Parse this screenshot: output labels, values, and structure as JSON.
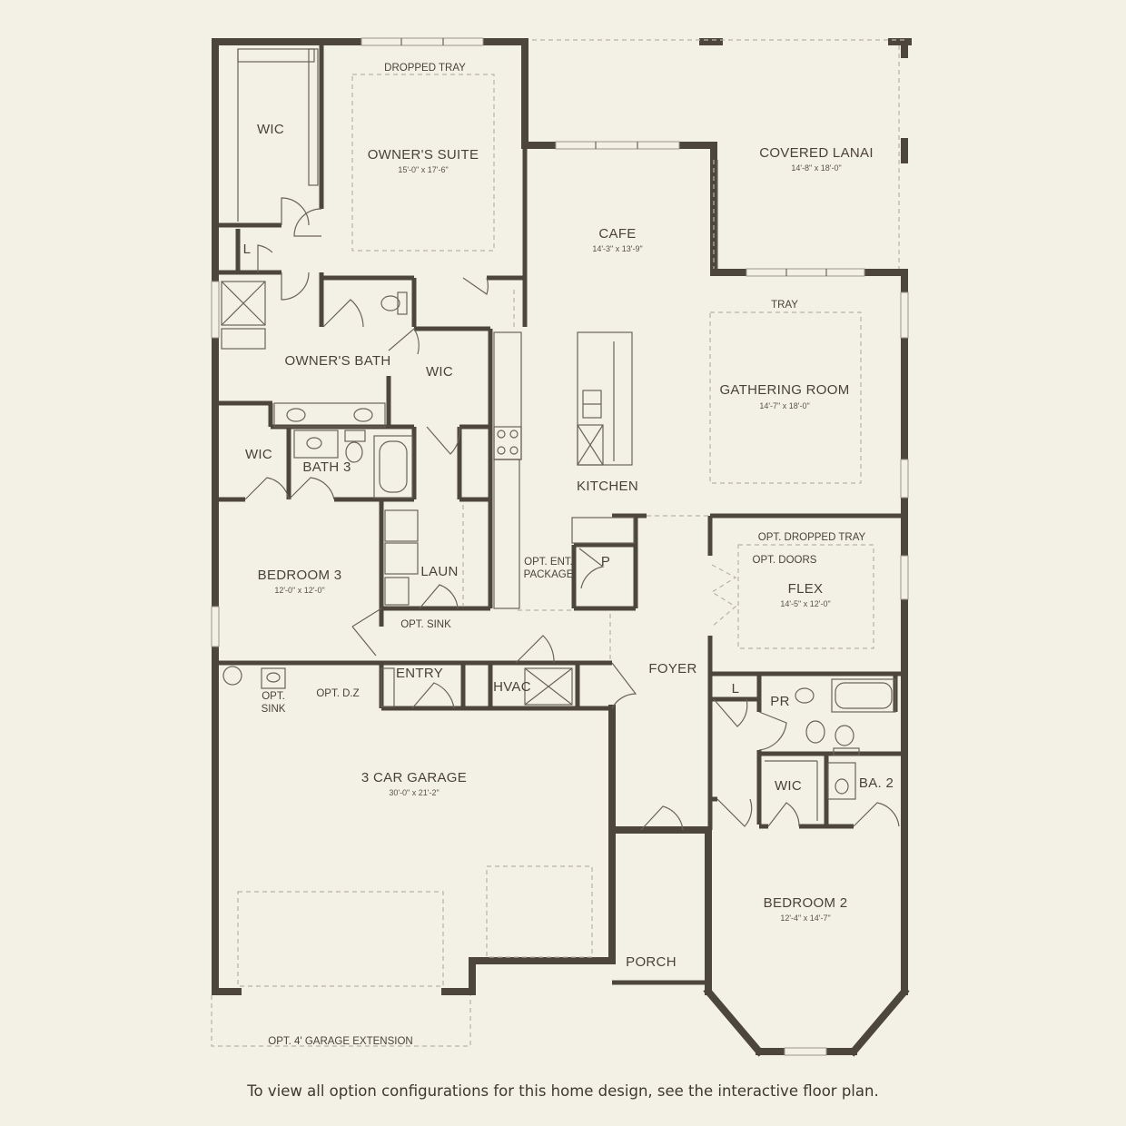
{
  "rooms": {
    "wic_owner": "WIC",
    "owner_tray": "DROPPED TRAY",
    "owner_suite": "OWNER'S SUITE",
    "owner_suite_dim": "15'-0\" x 17'-6\"",
    "covered_lanai": "COVERED LANAI",
    "covered_lanai_dim": "14'-8\" x 18'-0\"",
    "linen_owner": "L",
    "cafe": "CAFE",
    "cafe_dim": "14'-3\" x 13'-9\"",
    "gathering_tray": "TRAY",
    "gathering_room": "GATHERING ROOM",
    "gathering_room_dim": "14'-7\" x 18'-0\"",
    "owners_bath": "OWNER'S BATH",
    "wic_bath": "WIC",
    "wic_bed3": "WIC",
    "bath3": "BATH 3",
    "kitchen": "KITCHEN",
    "flex_tray": "OPT. DROPPED TRAY",
    "flex_doors": "OPT. DOORS",
    "flex": "FLEX",
    "flex_dim": "14'-5\" x 12'-0\"",
    "opt_ent_1": "OPT. ENT.",
    "opt_ent_2": "PACKAGE",
    "pantry": "P",
    "bedroom3": "BEDROOM 3",
    "bedroom3_dim": "12'-0\" x 12'-0\"",
    "laun": "LAUN",
    "opt_sink": "OPT. SINK",
    "foyer": "FOYER",
    "entry": "ENTRY",
    "hvac": "HVAC",
    "opt_dz": "OPT. D.Z",
    "garage_sink_1": "OPT.",
    "garage_sink_2": "SINK",
    "linen_hall": "L",
    "powder": "PR",
    "wic_bed2": "WIC",
    "ba2": "BA. 2",
    "garage": "3 CAR GARAGE",
    "garage_dim": "30'-0\" x 21'-2\"",
    "bedroom2": "BEDROOM 2",
    "bedroom2_dim": "12'-4\" x 14'-7\"",
    "porch": "PORCH",
    "garage_ext": "OPT. 4' GARAGE EXTENSION"
  },
  "caption": "To view all option configurations for this home design, see the interactive floor plan."
}
